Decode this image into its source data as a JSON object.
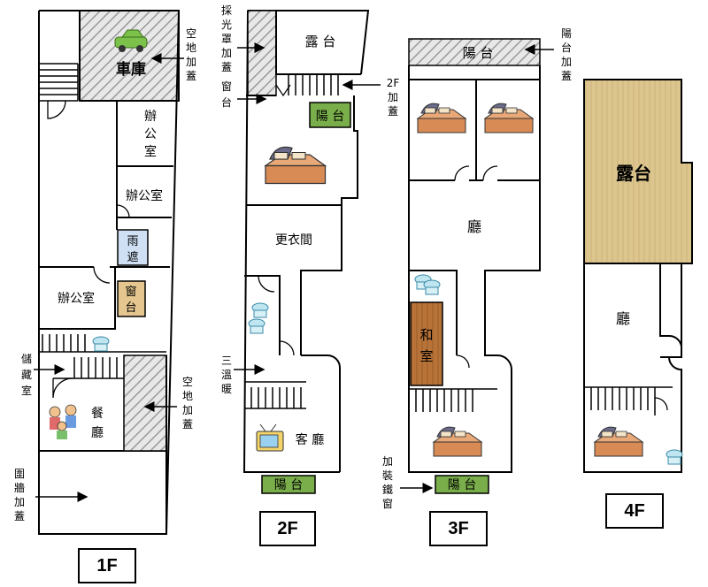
{
  "floor_1": {
    "floor_label": "1F",
    "rooms": {
      "garage": "車庫",
      "office_a_line1": "辦",
      "office_a_line2": "公",
      "office_a_line3": "室",
      "office_b": "辦公室",
      "rain_shelter_line1": "雨",
      "rain_shelter_line2": "遮",
      "office_c": "辦公室",
      "bay_window_line1": "窗",
      "bay_window_line2": "台",
      "dining_line1": "餐",
      "dining_line2": "廳"
    },
    "annotations": {
      "garage_addon": [
        "空",
        "地",
        "加",
        "蓋"
      ],
      "storage": [
        "儲",
        "藏",
        "室"
      ],
      "dining_addon": [
        "空",
        "地",
        "加",
        "蓋"
      ],
      "wall_addon": [
        "圍",
        "牆",
        "加",
        "蓋"
      ]
    }
  },
  "floor_2": {
    "floor_label": "2F",
    "rooms": {
      "terrace": "露 台",
      "balcony_mid": "陽 台",
      "dressing_room": "更衣間",
      "living_room": "客 廳",
      "balcony_front": "陽 台"
    },
    "annotations": {
      "skylight_addon": [
        "採",
        "光",
        "罩",
        "加",
        "蓋"
      ],
      "bay_window": [
        "窗",
        "台"
      ],
      "addon_2f": [
        "2F",
        "加",
        "蓋"
      ],
      "heater": [
        "三",
        "溫",
        "暖"
      ]
    }
  },
  "floor_3": {
    "floor_label": "3F",
    "rooms": {
      "balcony_back": "陽 台",
      "hall": "廳",
      "japanese_room_line1": "和",
      "japanese_room_line2": "室",
      "balcony_front": "陽 台"
    },
    "annotations": {
      "balcony_addon": [
        "陽",
        "台",
        "加",
        "蓋"
      ],
      "iron_window": [
        "加",
        "裝",
        "鐵",
        "窗"
      ]
    }
  },
  "floor_4": {
    "floor_label": "4F",
    "rooms": {
      "terrace": "露台",
      "hall": "廳"
    }
  },
  "colors": {
    "balcony_green": "#7aae4a",
    "bay_window_tan": "#e4c68e",
    "rain_shelter_blue": "#cfe0f5",
    "japanese_room_wood": "#b87338",
    "terrace_4f": "#dcc68e",
    "hatch_gray": "#999999"
  }
}
